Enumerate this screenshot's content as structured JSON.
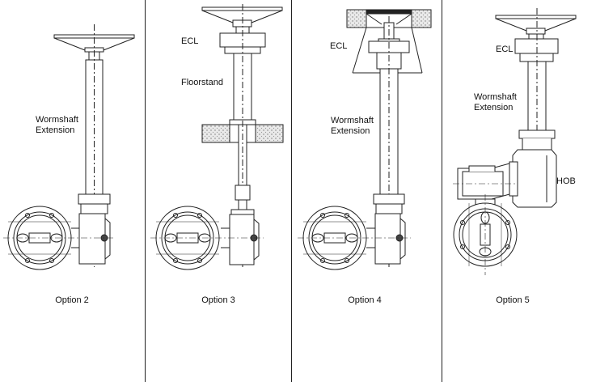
{
  "panels": [
    {
      "caption": "Option 2",
      "labels": {
        "extension": "Wormshaft\nExtension"
      }
    },
    {
      "caption": "Option 3",
      "labels": {
        "ecl": "ECL",
        "floorstand": "Floorstand"
      }
    },
    {
      "caption": "Option 4",
      "labels": {
        "ecl": "ECL",
        "extension": "Wormshaft\nExtension"
      }
    },
    {
      "caption": "Option 5",
      "labels": {
        "ecl": "ECL",
        "extension": "Wormshaft\nExtension",
        "hob": "HOB"
      }
    }
  ],
  "colors": {
    "line": "#222222",
    "hatch": "#8a8a8a"
  }
}
